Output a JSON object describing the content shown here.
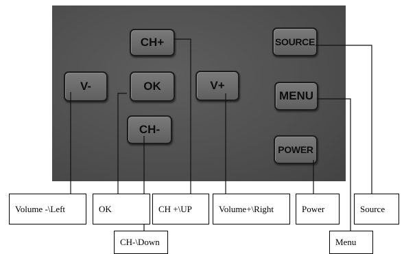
{
  "panel": {
    "color": "#505050",
    "keys": {
      "ch_plus": "CH+",
      "vol_minus": "V-",
      "ok": "OK",
      "vol_plus": "V+",
      "ch_minus": "CH-",
      "source": "SOURCE",
      "menu": "MENU",
      "power": "POWER"
    }
  },
  "callouts": {
    "vol_minus": "Volume -\\Left",
    "ok": "OK",
    "ch_plus": "CH +\\UP",
    "vol_plus": "Volume+\\Right",
    "power": "Power",
    "source": "Source",
    "ch_minus": "CH-\\Down",
    "menu": "Menu"
  }
}
